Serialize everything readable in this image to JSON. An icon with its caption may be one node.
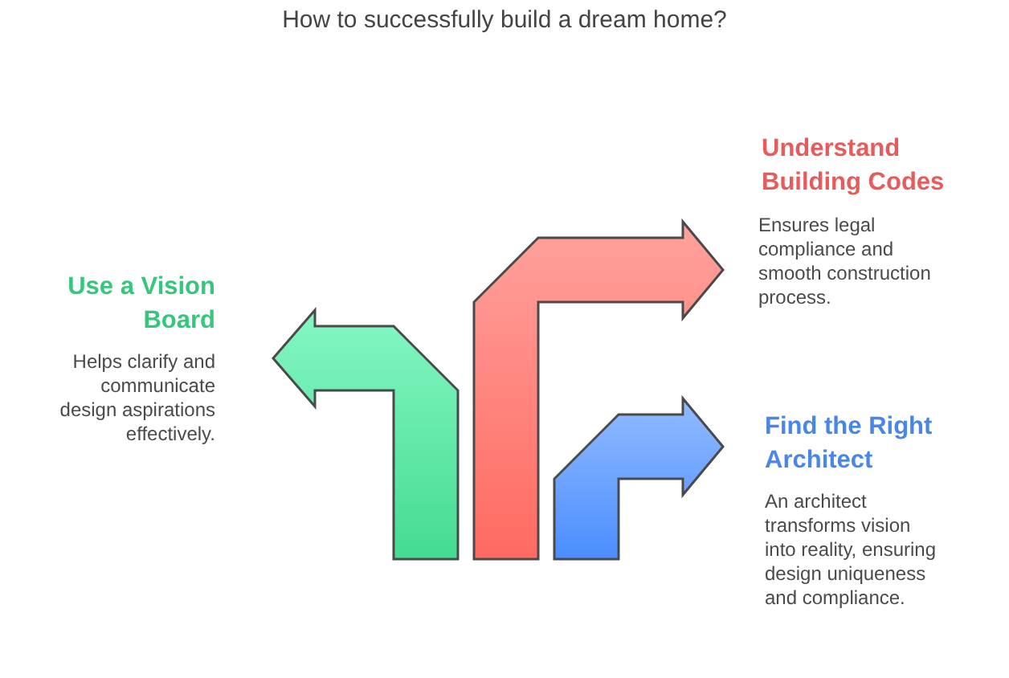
{
  "diagram": {
    "title": "How to successfully build a dream home?",
    "labels": [
      "Understand Building Codes",
      "Ensures legal compliance and smooth construction process.",
      "Use a Vision Board",
      "Helps clarify and communicate design aspirations effectively.",
      "Find the Right Architect",
      "An architect transforms vision into reality, ensuring design uniqueness and compliance."
    ]
  }
}
